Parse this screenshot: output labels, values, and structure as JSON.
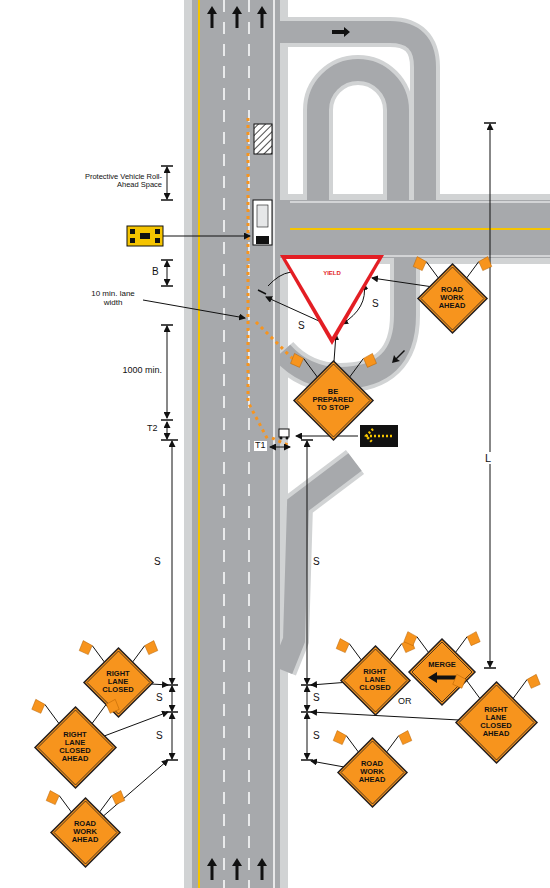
{
  "diagram": {
    "nodes": [
      {
        "text": [
          "ROAD WORK AHEAD"
        ]
      },
      {
        "text": [
          "YIELD"
        ]
      },
      {
        "text": [
          "BE PREPARED TO STOP"
        ]
      },
      {
        "text": [
          "RIGHT LANE CLOSED"
        ]
      },
      {
        "text": [
          "RIGHT LANE CLOSED"
        ]
      },
      {
        "text": [
          "MERGE"
        ]
      },
      {
        "text": [
          "RIGHT LANE CLOSED AHEAD"
        ]
      },
      {
        "text": [
          "RIGHT LANE CLOSED AHEAD"
        ]
      },
      {
        "text": [
          "ROAD WORK AHEAD"
        ]
      },
      {
        "text": [
          "ROAD WORK AHEAD"
        ]
      }
    ],
    "labels": [
      "Protective Vehicle Roll-Ahead Space",
      "B",
      "10 min. lane width",
      "S",
      "S",
      "L",
      "1000 min.",
      "T2",
      "T1",
      "S",
      "S",
      "S",
      "S",
      "S",
      "S",
      "OR"
    ]
  }
}
